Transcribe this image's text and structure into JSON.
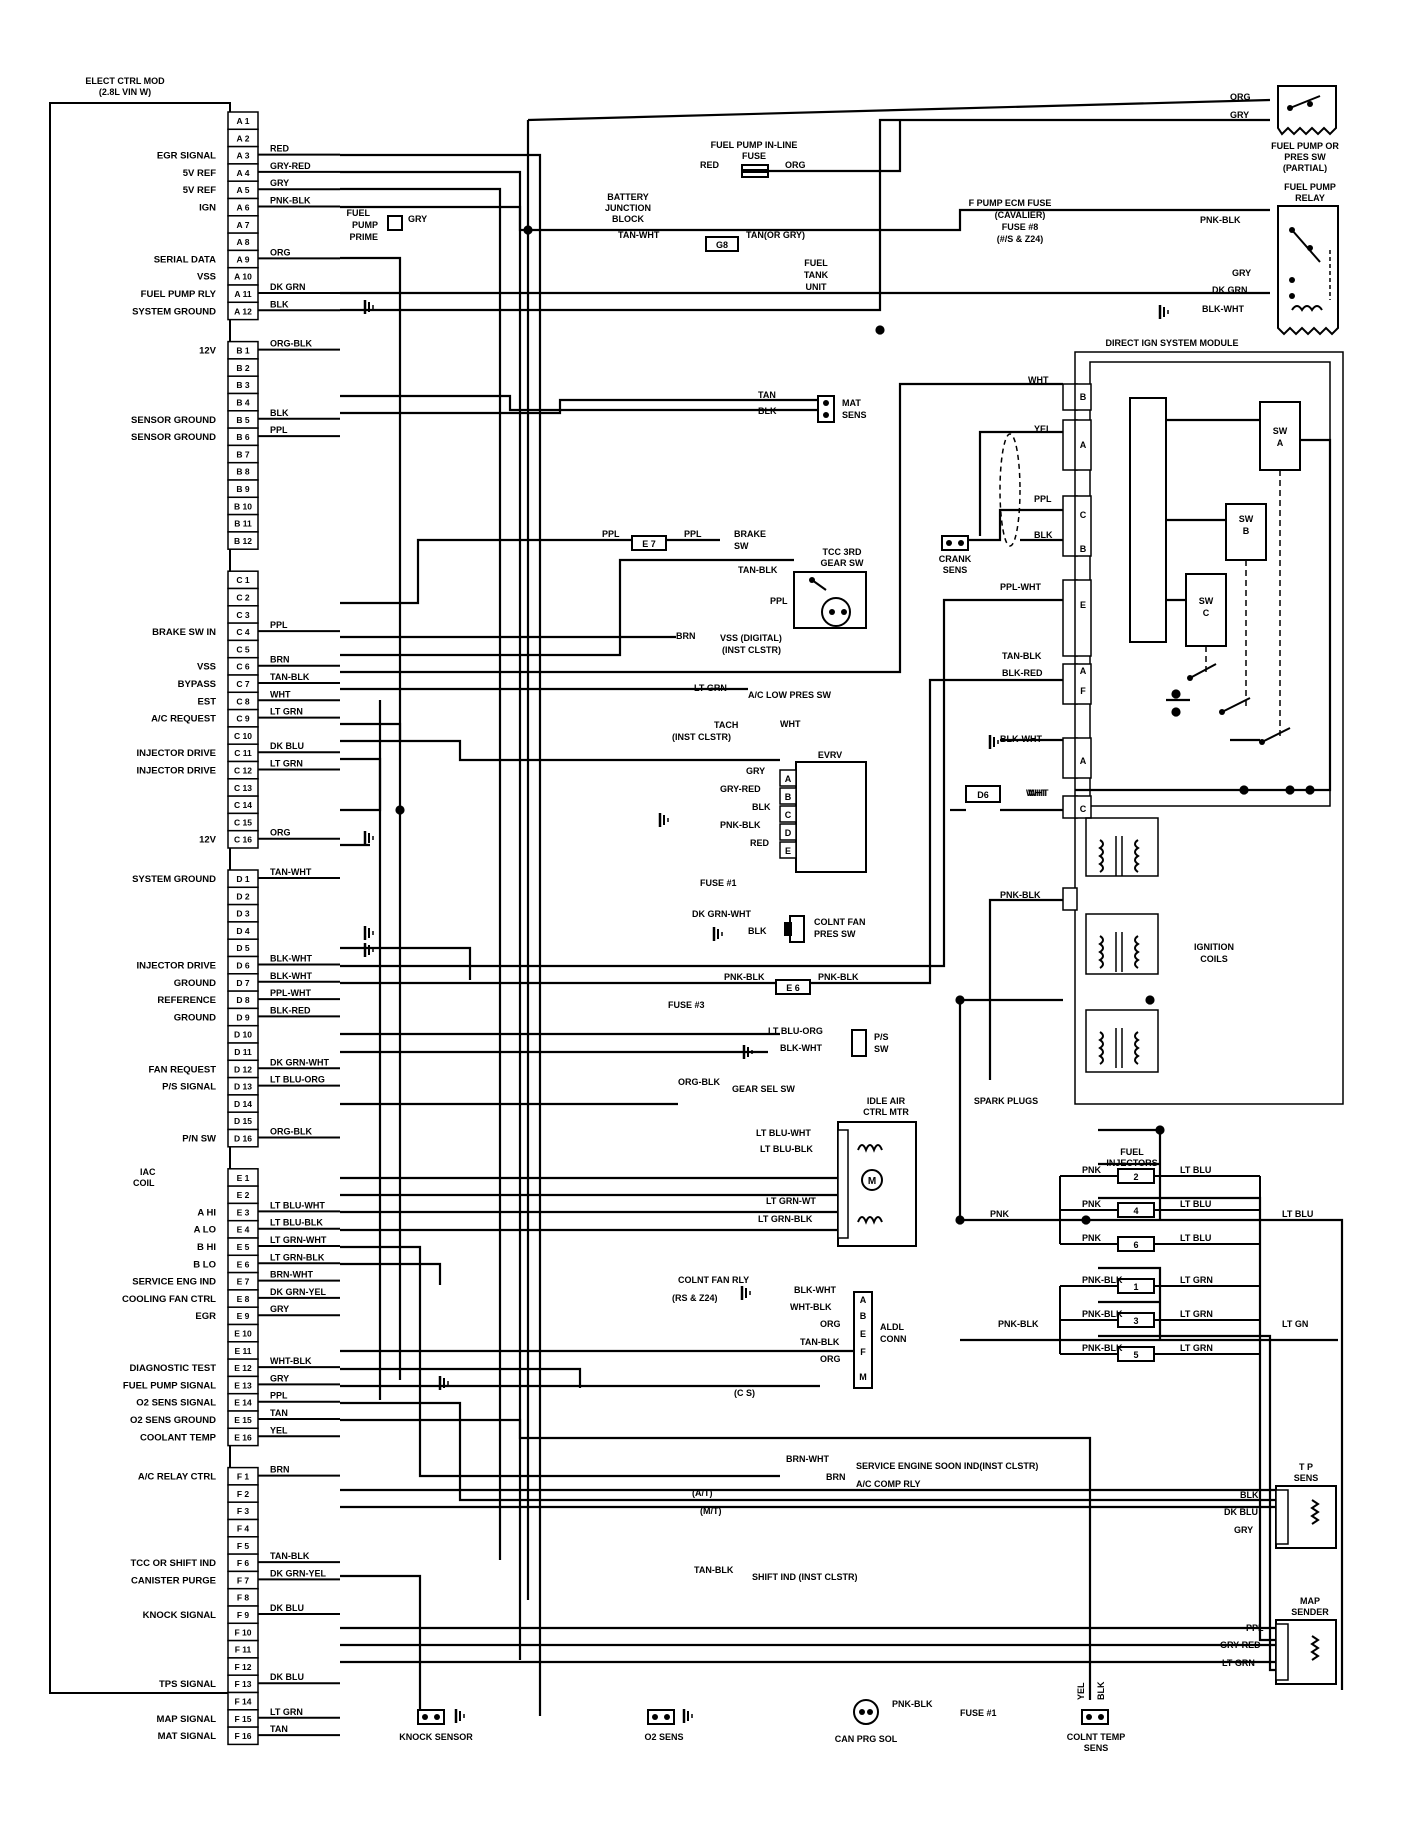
{
  "ecm": {
    "title_line1": "ELECT CTRL MOD",
    "title_line2": "(2.8L VIN W)",
    "blocks": [
      {
        "letter": "A",
        "count": 12
      },
      {
        "letter": "B",
        "count": 12
      },
      {
        "letter": "C",
        "count": 16
      },
      {
        "letter": "D",
        "count": 16
      },
      {
        "letter": "E",
        "count": 16
      },
      {
        "letter": "F",
        "count": 16
      }
    ],
    "pins": [
      {
        "pin": "A3",
        "func": "EGR SIGNAL",
        "wire": "RED"
      },
      {
        "pin": "A4",
        "func": "5V REF",
        "wire": "GRY-RED"
      },
      {
        "pin": "A5",
        "func": "5V REF",
        "wire": "GRY"
      },
      {
        "pin": "A6",
        "func": "IGN",
        "wire": "PNK-BLK"
      },
      {
        "pin": "A9",
        "func": "SERIAL DATA",
        "wire": "ORG"
      },
      {
        "pin": "A10",
        "func": "VSS",
        "wire": ""
      },
      {
        "pin": "A11",
        "func": "FUEL PUMP RLY",
        "wire": "DK GRN"
      },
      {
        "pin": "A12",
        "func": "SYSTEM GROUND",
        "wire": "BLK"
      },
      {
        "pin": "B1",
        "func": "12V",
        "wire": "ORG-BLK"
      },
      {
        "pin": "B5",
        "func": "SENSOR GROUND",
        "wire": "BLK"
      },
      {
        "pin": "B6",
        "func": "SENSOR GROUND",
        "wire": "PPL"
      },
      {
        "pin": "C4",
        "func": "BRAKE SW IN",
        "wire": "PPL"
      },
      {
        "pin": "C6",
        "func": "VSS",
        "wire": "BRN"
      },
      {
        "pin": "C7",
        "func": "BYPASS",
        "wire": "TAN-BLK"
      },
      {
        "pin": "C8",
        "func": "EST",
        "wire": "WHT"
      },
      {
        "pin": "C9",
        "func": "A/C REQUEST",
        "wire": "LT GRN"
      },
      {
        "pin": "C11",
        "func": "INJECTOR DRIVE",
        "wire": "DK BLU"
      },
      {
        "pin": "C12",
        "func": "INJECTOR DRIVE",
        "wire": "LT GRN"
      },
      {
        "pin": "C16",
        "func": "12V",
        "wire": "ORG"
      },
      {
        "pin": "D1",
        "func": "SYSTEM GROUND",
        "wire": "TAN-WHT"
      },
      {
        "pin": "D6",
        "func": "INJECTOR DRIVE",
        "wire": "BLK-WHT"
      },
      {
        "pin": "D7",
        "func": "GROUND",
        "wire": "BLK-WHT"
      },
      {
        "pin": "D8",
        "func": "REFERENCE",
        "wire": "PPL-WHT"
      },
      {
        "pin": "D9",
        "func": "GROUND",
        "wire": "BLK-RED"
      },
      {
        "pin": "D12",
        "func": "FAN REQUEST",
        "wire": "DK GRN-WHT"
      },
      {
        "pin": "D13",
        "func": "P/S SIGNAL",
        "wire": "LT BLU-ORG"
      },
      {
        "pin": "D16",
        "func": "P/N SW",
        "wire": "ORG-BLK"
      },
      {
        "pin": "E3",
        "func": "A HI",
        "wire": "LT BLU-WHT"
      },
      {
        "pin": "E4",
        "func": "A LO",
        "wire": "LT BLU-BLK"
      },
      {
        "pin": "E5",
        "func": "B HI",
        "wire": "LT GRN-WHT"
      },
      {
        "pin": "E6",
        "func": "B LO",
        "wire": "LT GRN-BLK"
      },
      {
        "pin": "E7",
        "func": "SERVICE ENG IND",
        "wire": "BRN-WHT"
      },
      {
        "pin": "E8",
        "func": "COOLING FAN CTRL",
        "wire": "DK GRN-YEL"
      },
      {
        "pin": "E9",
        "func": "EGR",
        "wire": "GRY"
      },
      {
        "pin": "E12",
        "func": "DIAGNOSTIC TEST",
        "wire": "WHT-BLK"
      },
      {
        "pin": "E13",
        "func": "FUEL PUMP SIGNAL",
        "wire": "GRY"
      },
      {
        "pin": "E14",
        "func": "O2 SENS SIGNAL",
        "wire": "PPL"
      },
      {
        "pin": "E15",
        "func": "O2 SENS GROUND",
        "wire": "TAN"
      },
      {
        "pin": "E16",
        "func": "COOLANT TEMP",
        "wire": "YEL"
      },
      {
        "pin": "F1",
        "func": "A/C RELAY CTRL",
        "wire": "BRN"
      },
      {
        "pin": "F6",
        "func": "TCC OR SHIFT IND",
        "wire": "TAN-BLK"
      },
      {
        "pin": "F7",
        "func": "CANISTER PURGE",
        "wire": "DK GRN-YEL"
      },
      {
        "pin": "F9",
        "func": "KNOCK SIGNAL",
        "wire": "DK BLU"
      },
      {
        "pin": "F13",
        "func": "TPS SIGNAL",
        "wire": "DK BLU"
      },
      {
        "pin": "F15",
        "func": "MAP SIGNAL",
        "wire": "LT GRN"
      },
      {
        "pin": "F16",
        "func": "MAT SIGNAL",
        "wire": "TAN"
      }
    ],
    "iac_label": "IAC",
    "coil_label": "COIL"
  },
  "components": {
    "fuel_pump_sw": {
      "l1": "FUEL PUMP OR",
      "l2": "PRES SW",
      "l3": "(PARTIAL)",
      "w1": "ORG",
      "w2": "GRY"
    },
    "fuse_inline": {
      "l1": "FUEL PUMP IN-LINE",
      "l2": "FUSE",
      "wl": "RED",
      "wr": "ORG"
    },
    "battery_jb": {
      "l1": "BATTERY",
      "l2": "JUNCTION",
      "l3": "BLOCK"
    },
    "fuel_pump_prime": {
      "l1": "FUEL",
      "l2": "PUMP",
      "l3": "PRIME",
      "wire": "GRY"
    },
    "g8": {
      "label": "G8",
      "wl": "TAN-WHT",
      "wr": "TAN(OR GRY)"
    },
    "fuel_tank": {
      "l1": "FUEL",
      "l2": "TANK",
      "l3": "UNIT"
    },
    "ecm_fuse": {
      "l1": "F PUMP ECM FUSE",
      "l2": "(CAVALIER)",
      "l3": "FUSE #8",
      "l4": "(#/S & Z24)",
      "wire": "PNK-BLK"
    },
    "fuel_pump_relay": {
      "l1": "FUEL PUMP",
      "l2": "RELAY",
      "w1": "GRY",
      "w2": "DK GRN",
      "w3": "BLK-WHT"
    },
    "dis": {
      "title": "DIRECT IGN SYSTEM MODULE",
      "w_wht": "WHT",
      "w_yel": "YEL",
      "w_ppl": "PPL",
      "w_blk": "BLK",
      "w_pplwht": "PPL-WHT",
      "w_tanblk": "TAN-BLK",
      "w_blkred": "BLK-RED",
      "w_blkwht": "BLK-WHT",
      "w_wht2": "WHT",
      "w_pnkblk": "PNK-BLK",
      "sw_a": "SW",
      "sw_a2": "A",
      "sw_b": "SW",
      "sw_b2": "B",
      "sw_c": "SW",
      "sw_c2": "C",
      "pin_b": "B",
      "pin_a": "A",
      "pin_c": "C",
      "pin_b2": "B",
      "pin_e": "E",
      "pin_a2": "A",
      "pin_f": "F",
      "pin_a3": "A",
      "pin_c2": "C"
    },
    "mat_sens": {
      "l1": "MAT",
      "l2": "SENS",
      "w1": "TAN",
      "w2": "BLK"
    },
    "crank_sens": {
      "l1": "CRANK",
      "l2": "SENS"
    },
    "brake_sw": {
      "e7": "E 7",
      "wl": "PPL",
      "wr": "PPL",
      "l1": "BRAKE",
      "l2": "SW"
    },
    "tcc_sw": {
      "l1": "TCC 3RD",
      "l2": "GEAR SW",
      "w1": "TAN-BLK",
      "w2": "PPL"
    },
    "vss_digital": {
      "wire": "BRN",
      "l1": "VSS (DIGITAL)",
      "l2": "(INST CLSTR)"
    },
    "ac_low": {
      "wire": "LT GRN",
      "label": "A/C LOW PRES SW"
    },
    "tach": {
      "l1": "TACH",
      "l2": "(INST CLSTR)",
      "wire": "WHT"
    },
    "evrv": {
      "title": "EVRV",
      "w1": "GRY",
      "w2": "GRY-RED",
      "w3": "BLK",
      "w4": "PNK-BLK",
      "w5": "RED",
      "pa": "A",
      "pb": "B",
      "pc": "C",
      "pd": "D",
      "pe": "E",
      "fuse": "FUSE #1"
    },
    "d6": {
      "label": "D6",
      "wire": "WHT"
    },
    "coolant_fan_sw": {
      "l1": "COLNT FAN",
      "l2": "PRES SW",
      "w1": "DK GRN-WHT",
      "w2": "BLK"
    },
    "e6": {
      "label": "E 6",
      "wl": "PNK-BLK",
      "wr": "PNK-BLK",
      "fuse": "FUSE #3"
    },
    "ign_coils": {
      "l1": "IGNITION",
      "l2": "COILS",
      "spark": "SPARK PLUGS"
    },
    "ps_sw": {
      "l1": "P/S",
      "l2": "SW",
      "w1": "LT BLU-ORG",
      "w2": "BLK-WHT"
    },
    "gear_sel": {
      "wire": "ORG-BLK",
      "label": "GEAR SEL SW"
    },
    "iac_motor": {
      "l1": "IDLE AIR",
      "l2": "CTRL MTR",
      "w1": "LT BLU-WHT",
      "w2": "LT BLU-BLK",
      "w3": "LT GRN-WT",
      "w4": "LT GRN-BLK",
      "m": "M"
    },
    "injectors": {
      "title1": "FUEL",
      "title2": "INJECTORS",
      "pnk": "PNK",
      "ltblu": "LT BLU",
      "pnkblk": "PNK-BLK",
      "ltgrn": "LT GRN",
      "ltgn": "LT GN",
      "n1": "1",
      "n2": "2",
      "n3": "3",
      "n4": "4",
      "n5": "5",
      "n6": "6"
    },
    "colnt_fan_rly": {
      "label": "COLNT FAN RLY"
    },
    "aldl": {
      "l1": "ALDL",
      "l2": "CONN",
      "note": "(RS & Z24)",
      "w1": "BLK-WHT",
      "w2": "WHT-BLK",
      "w3": "ORG",
      "w4": "TAN-BLK",
      "w5": "ORG",
      "pa": "A",
      "pb": "B",
      "pe": "E",
      "pf": "F",
      "pm": "M",
      "cs": "(C S)"
    },
    "ses": {
      "wire": "BRN-WHT",
      "label": "SERVICE ENGINE SOON IND(INST CLSTR)"
    },
    "ac_comp": {
      "wire": "BRN",
      "label": "A/C COMP RLY"
    },
    "at_mt": {
      "at": "(A/T)",
      "mt": "(M/T)"
    },
    "tp_sens": {
      "l1": "T P",
      "l2": "SENS",
      "w1": "BLK",
      "w2": "DK BLU",
      "w3": "GRY"
    },
    "shift_ind": {
      "wire": "TAN-BLK",
      "label": "SHIFT IND (INST CLSTR)"
    },
    "map_sender": {
      "l1": "MAP",
      "l2": "SENDER",
      "w1": "PPL",
      "w2": "GRY-RED",
      "w3": "LT GRN"
    },
    "bottom": {
      "knock": "KNOCK SENSOR",
      "o2": "O2 SENS",
      "can1": "CAN PRG SOL",
      "can_wire": "PNK-BLK",
      "fuse1": "FUSE #1",
      "colnt1": "COLNT TEMP",
      "colnt2": "SENS",
      "yel": "YEL",
      "blk": "BLK"
    }
  }
}
